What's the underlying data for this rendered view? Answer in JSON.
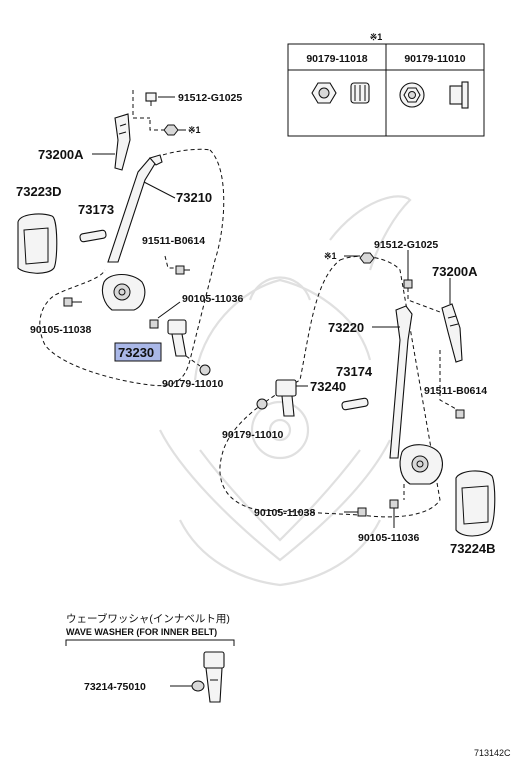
{
  "note_mark": "※1",
  "table": {
    "col1": "90179-11018",
    "col2": "90179-11010"
  },
  "labels": {
    "p91512_top": "91512-G1025",
    "note_top": "※1",
    "p73200A_left": "73200A",
    "p73223D": "73223D",
    "p73210": "73210",
    "p73173": "73173",
    "p91511_left": "91511-B0614",
    "p90105_11036_left": "90105-11036",
    "p90105_11038_left": "90105-11038",
    "p73230": "73230",
    "p90179_11010_left": "90179-11010",
    "p91512_right": "91512-G1025",
    "note_right": "※1",
    "p73200A_right": "73200A",
    "p73220": "73220",
    "p73174": "73174",
    "p73240": "73240",
    "p91511_right": "91511-B0614",
    "p90179_11010_right": "90179-11010",
    "p90105_11038_right": "90105-11038",
    "p90105_11036_right": "90105-11036",
    "p73224B": "73224B",
    "p73214": "73214-75010"
  },
  "wave_washer": {
    "title_jp": "ウェーブワッシャ(インナベルト用)",
    "title_en": "WAVE WASHER (FOR INNER BELT)"
  },
  "figure_code": "713142C",
  "colors": {
    "highlight": "#aab8e8",
    "ink": "#111111",
    "watermark": "#dddddd"
  }
}
